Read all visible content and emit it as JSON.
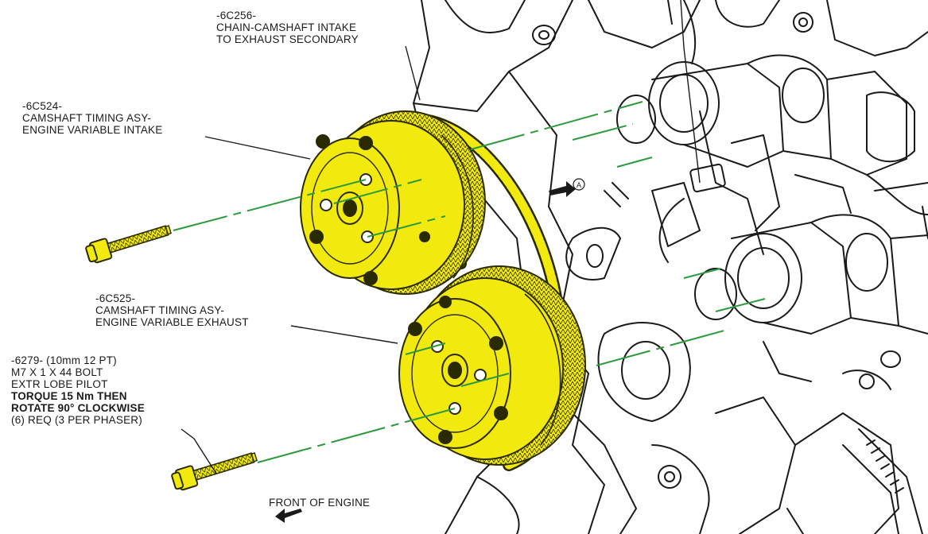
{
  "colors": {
    "ink": "#1a1a1a",
    "highlight": "#f2ea0f",
    "highlight_stroke": "#2a2a00",
    "centerline": "#2e9a3e",
    "background": "#ffffff"
  },
  "labels": {
    "chain": {
      "part_number": "-6C256-",
      "line1": "CHAIN-CAMSHAFT INTAKE",
      "line2": "TO EXHAUST SECONDARY"
    },
    "intake_phaser": {
      "part_number": "-6C524-",
      "line1": "CAMSHAFT TIMING ASY-",
      "line2": "ENGINE VARIABLE INTAKE"
    },
    "exhaust_phaser": {
      "part_number": "-6C525-",
      "line1": "CAMSHAFT TIMING ASY-",
      "line2": "ENGINE VARIABLE EXHAUST"
    },
    "bolt": {
      "line1": "-6279- (10mm 12 PT)",
      "line2": "M7 X 1 X 44 BOLT",
      "line3": "EXTR LOBE PILOT",
      "line4": "TORQUE 15 Nm THEN",
      "line5": "ROTATE 90° CLOCKWISE",
      "line6": "(6) REQ (3 PER PHASER)"
    },
    "front_of_engine": "FRONT OF ENGINE",
    "view_callout": "A"
  },
  "icons": {
    "front_arrow": "arrow-left-icon",
    "view_arrow": "view-arrow-icon"
  }
}
